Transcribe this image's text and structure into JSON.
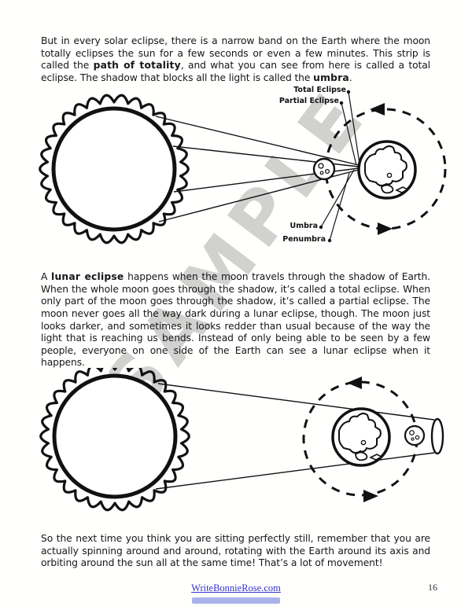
{
  "page": {
    "watermark": "SAMPLE"
  },
  "content": {
    "p1": [
      "But in every solar eclipse, there is a narrow band on the Earth where the moon totally eclipses the sun for a few seconds or even a few minutes. This strip is called the ",
      "path of totality",
      ", and what you can see from here is called a total eclipse. The shadow that blocks all the light is called the ",
      "umbra",
      "."
    ],
    "p2": [
      "A ",
      "lunar eclipse",
      " happens when the moon travels through the shadow of Earth. When the whole moon goes through the shadow, it’s called a total eclipse. When only part of the moon goes through the shadow, it’s called a partial eclipse. The moon never goes all the way dark during a lunar eclipse, though. The moon just looks darker, and sometimes it looks redder than usual because of the way the light that is reaching us bends. Instead of only being able to be seen by a few people, everyone on one side of the Earth can see a lunar eclipse when it happens."
    ],
    "p3": "So the next time you think you are sitting perfectly still, remember that you are actually spinning around and around, rotating with the Earth around its axis and orbiting around the sun all at the same time! That’s a lot of movement!"
  },
  "diagram_solar": {
    "labels": {
      "total_eclipse": "Total Eclipse",
      "partial_eclipse": "Partial Eclipse",
      "umbra": "Umbra",
      "penumbra": "Penumbra"
    }
  },
  "footer": {
    "link": "WriteBonnieRose.com",
    "page_number": "16"
  },
  "colors": {
    "link": "#3333cc",
    "footer_bar": "#a9b3e9",
    "watermark": "#c9c9c9",
    "ink": "#111111"
  }
}
